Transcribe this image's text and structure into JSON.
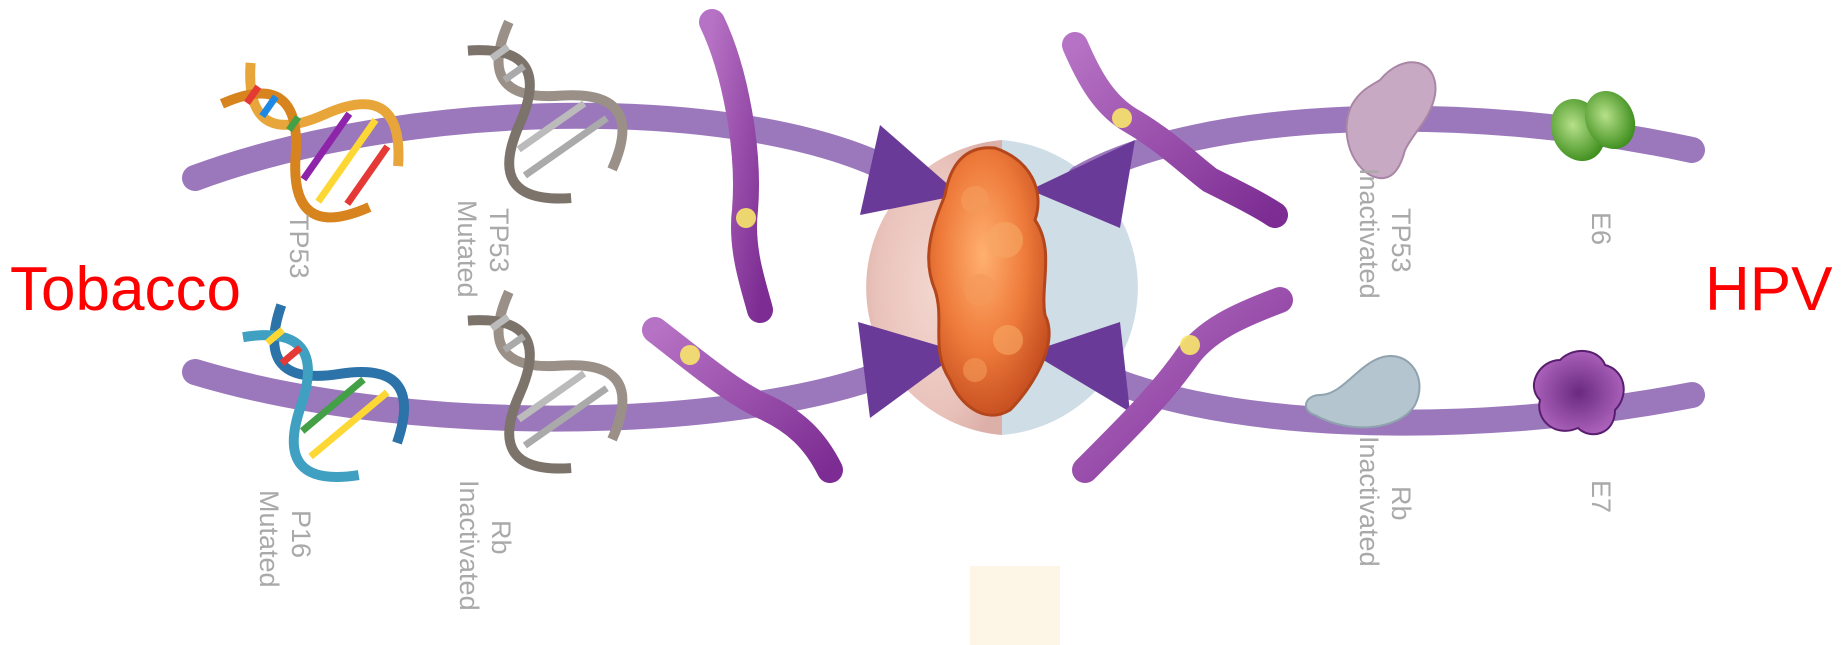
{
  "side_labels": {
    "left": "Tobacco",
    "right": "HPV"
  },
  "tobacco_path": {
    "top_labels": [
      [
        "TP53"
      ],
      [
        "TP53",
        "Mutated"
      ]
    ],
    "bottom_labels": [
      [
        "P16",
        "Mutated"
      ],
      [
        "Rb",
        "Inactivated"
      ]
    ]
  },
  "hpv_path": {
    "top_labels": [
      [
        "TP53",
        "Inactivated"
      ],
      [
        "E6"
      ]
    ],
    "bottom_labels": [
      [
        "Rb",
        "Inactivated"
      ],
      [
        "E7"
      ]
    ]
  },
  "colors": {
    "side_label": "#ff0000",
    "pathway_arrow": "#7a4aa6",
    "tumor": "#e8753a",
    "chromosome": "#8e3aa0"
  },
  "icons": {
    "dna_colored": "dna-helix-icon",
    "dna_mutated": "gray-dna-helix-icon",
    "chromosome": "chromosome-icon",
    "tumor": "tumor-mass-icon",
    "protein": "protein-blob-icon"
  }
}
